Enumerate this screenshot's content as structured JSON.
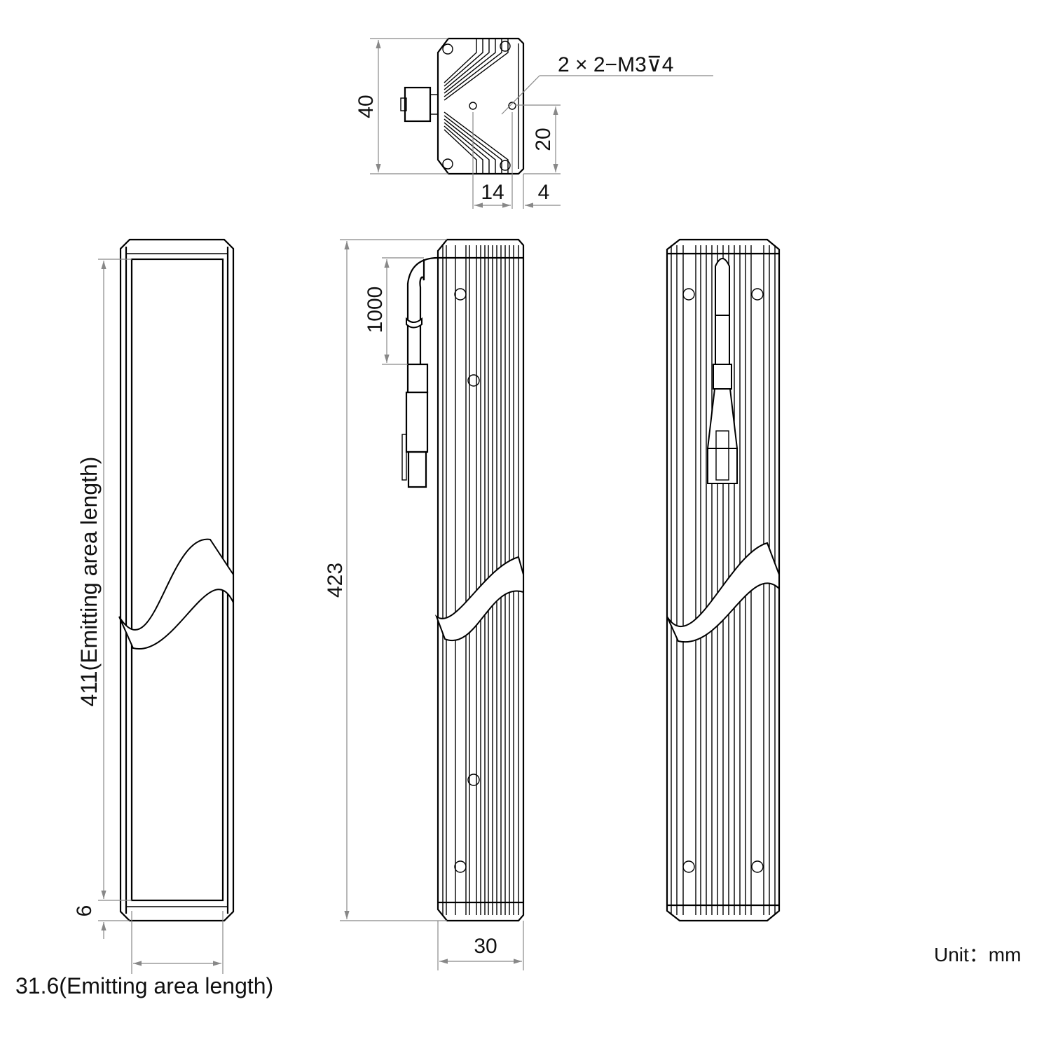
{
  "title": "Bar light dimension drawing",
  "dimensions": {
    "top_height": "40",
    "hole_offset": "20",
    "hole_spacing": "14",
    "edge_offset": "4",
    "thread_spec": "2 × 2−M3⊽4",
    "emitting_length": "411(Emitting area length)",
    "end_margin": "6",
    "emitting_width": "31.6(Emitting area length)",
    "total_length": "423",
    "cable_length": "1000",
    "body_width": "30"
  },
  "unit_label": "Unit：mm",
  "colors": {
    "line": "#000000",
    "dimension": "#888888"
  }
}
